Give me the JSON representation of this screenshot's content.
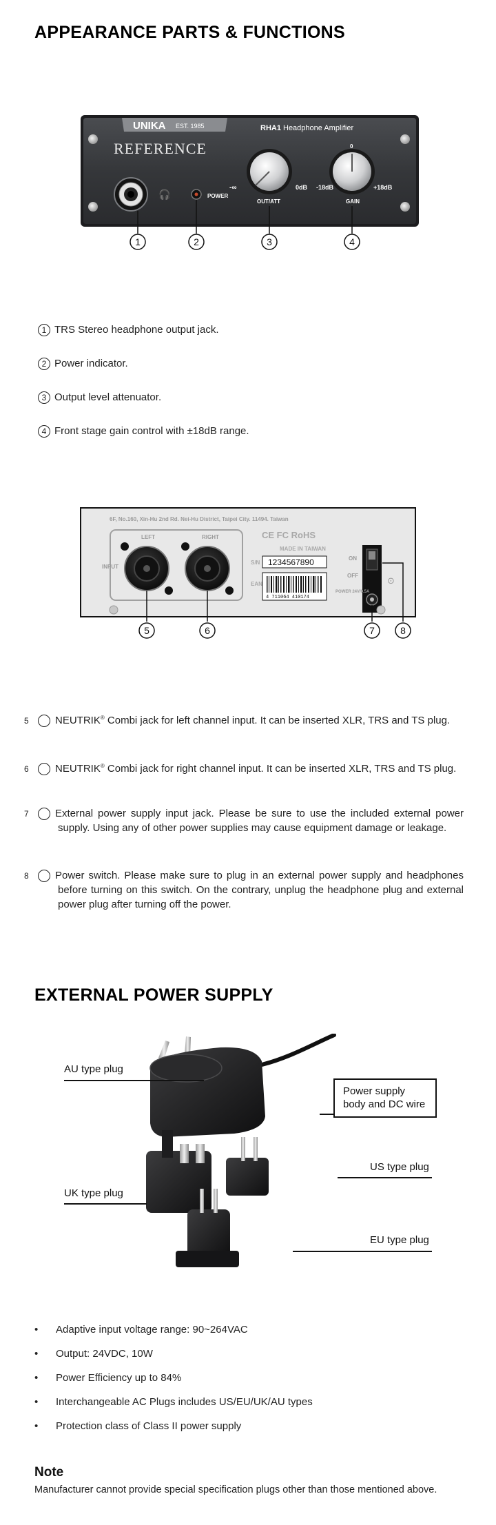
{
  "sections": {
    "appearance_title": "APPEARANCE PARTS & FUNCTIONS",
    "power_title": "EXTERNAL POWER SUPPLY"
  },
  "front_panel": {
    "brand": "UNIKA",
    "est": "EST. 1985",
    "model": "RHA1",
    "model_desc": "Headphone Amplifier",
    "series": "REFERENCE",
    "power_label": "POWER",
    "knob1_min": "-∞",
    "knob1_max": "0dB",
    "knob1_label": "OUT/ATT",
    "knob2_top": "0",
    "knob2_min": "-18dB",
    "knob2_max": "+18dB",
    "knob2_label": "GAIN",
    "callouts": [
      "1",
      "2",
      "3",
      "4"
    ]
  },
  "front_features": [
    {
      "num": "1",
      "text": "TRS Stereo headphone output jack."
    },
    {
      "num": "2",
      "text": "Power indicator."
    },
    {
      "num": "3",
      "text": "Output level attenuator."
    },
    {
      "num": "4",
      "text": "Front stage gain control with ±18dB range."
    }
  ],
  "rear_panel": {
    "address": "6F, No.160, Xin-Hu 2nd Rd. Nei-Hu District, Taipei City. 11494. Taiwan",
    "left_label": "LEFT",
    "right_label": "RIGHT",
    "input_label": "INPUT",
    "certs": "CE FC RoHS",
    "made_in": "MADE IN TAIWAN",
    "sn_label": "S/N",
    "serial": "1234567890",
    "ean_label": "EAN",
    "barcode_number": "4 711064 410174",
    "on_label": "ON",
    "off_label": "OFF",
    "power_spec": "POWER 24V/0.5A",
    "callouts": [
      "5",
      "6",
      "7",
      "8"
    ]
  },
  "rear_features": [
    {
      "num": "5",
      "brand": "NEUTRIK",
      "reg": "®",
      "text": " Combi jack for left channel input. It can be inserted XLR, TRS and TS plug."
    },
    {
      "num": "6",
      "brand": "NEUTRIK",
      "reg": "®",
      "text": " Combi jack for right channel input. It can be inserted XLR, TRS and TS plug."
    },
    {
      "num": "7",
      "brand": "",
      "reg": "",
      "text": "External power supply input jack. Please be sure to use the included external power supply. Using any of other power supplies may cause equipment damage or leakage."
    },
    {
      "num": "8",
      "brand": "",
      "reg": "",
      "text": "Power switch. Please make sure to plug in an external power supply and headphones before turning on this switch. On the contrary, unplug the headphone plug and external power plug after turning off the power."
    }
  ],
  "power_supply": {
    "au_label": "AU type plug",
    "body_label_1": "Power supply",
    "body_label_2": "body and DC wire",
    "uk_label": "UK type plug",
    "us_label": "US type plug",
    "eu_label": "EU type plug"
  },
  "specs": [
    "Adaptive input voltage range: 90~264VAC",
    "Output: 24VDC, 10W",
    "Power Efficiency up to 84%",
    "Interchangeable AC Plugs includes US/EU/UK/AU types",
    "Protection class of Class II power supply"
  ],
  "note": {
    "title": "Note",
    "text": "Manufacturer cannot provide special specification plugs other than those mentioned above."
  },
  "colors": {
    "panel": "#2f3033",
    "panel_light": "#45474b",
    "rear_panel": "#e6e6e6",
    "text": "#222222"
  }
}
